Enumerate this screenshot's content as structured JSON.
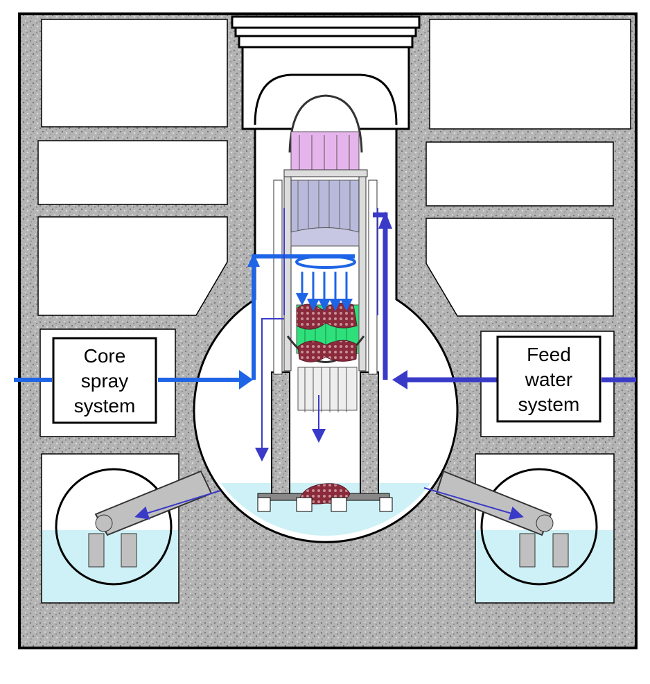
{
  "labels": {
    "core_spray": [
      "Core",
      "spray",
      "system"
    ],
    "feed_water": [
      "Feed",
      "water",
      "system"
    ]
  },
  "colors": {
    "concrete": "#b7b7b7",
    "concrete_dark": "#8c8c8c",
    "water": "#cdf1f6",
    "spray_arrow": "#1e64e6",
    "feed_arrow": "#3a3ac8",
    "fuel_green": "#2ee07a",
    "debris": "#8a2a3a",
    "upper_internals": "#e6b4ec",
    "steel": "#b9b9c8"
  }
}
